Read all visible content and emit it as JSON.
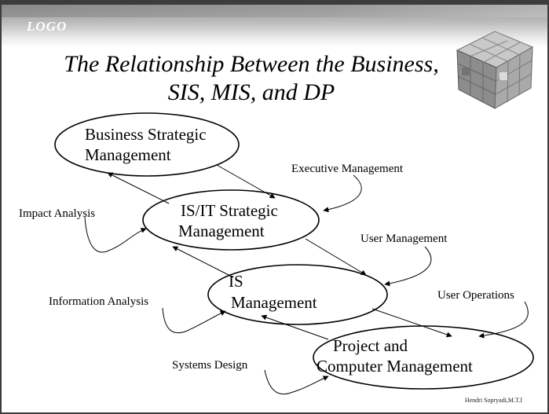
{
  "header": {
    "logo": "LOGO"
  },
  "title": {
    "line1": "The Relationship Between the Business,",
    "line2": "SIS, MIS, and DP"
  },
  "nodes": {
    "business": {
      "line1": "Business Strategic",
      "line2": "Management"
    },
    "isit": {
      "line1": "IS/IT Strategic",
      "line2": "Management"
    },
    "is": {
      "line1": "IS",
      "line2": "Management"
    },
    "project": {
      "line1": "Project and",
      "line2": "Computer Management"
    }
  },
  "labels": {
    "executive": "Executive Management",
    "impact": "Impact Analysis",
    "user_mgmt": "User Management",
    "info_analysis": "Information Analysis",
    "user_ops": "User Operations",
    "systems_design": "Systems Design"
  },
  "footer": {
    "author": "Hendri Sopryadi,M.T.I"
  },
  "colors": {
    "line": "#000000",
    "band": "#9e9e9e",
    "frame": "#3c3c3c",
    "logo": "#ffffff"
  }
}
